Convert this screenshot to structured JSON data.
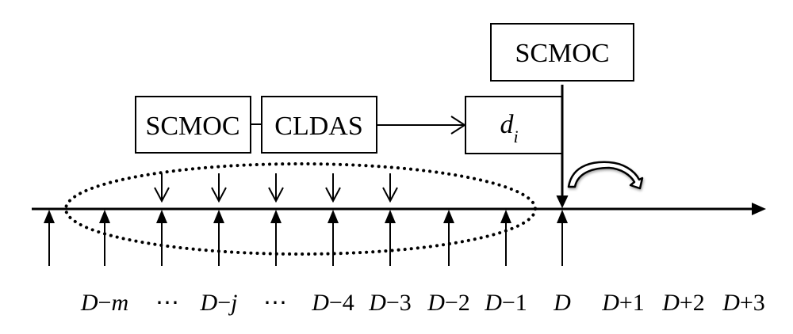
{
  "diagram": {
    "boxes": {
      "scmoc_left": "SCMOC",
      "cldas": "CLDAS",
      "scmoc_top": "SCMOC",
      "d_main": "d",
      "d_sub": "i"
    },
    "axis_labels": [
      {
        "main": "D",
        "op": "−",
        "var": "m"
      },
      {
        "main": "⋯"
      },
      {
        "main": "D",
        "op": "−",
        "var": "j"
      },
      {
        "main": "⋯"
      },
      {
        "main": "D",
        "op": "−",
        "num": "4"
      },
      {
        "main": "D",
        "op": "−",
        "num": "3"
      },
      {
        "main": "D",
        "op": "−",
        "num": "2"
      },
      {
        "main": "D",
        "op": "−",
        "num": "1"
      },
      {
        "main": "D"
      },
      {
        "main": "D",
        "op": "+",
        "num": "1"
      },
      {
        "main": "D",
        "op": "+",
        "num": "2"
      },
      {
        "main": "D",
        "op": "+",
        "num": "3"
      }
    ],
    "up_arrow_count": 10,
    "down_arrow_count": 5
  }
}
